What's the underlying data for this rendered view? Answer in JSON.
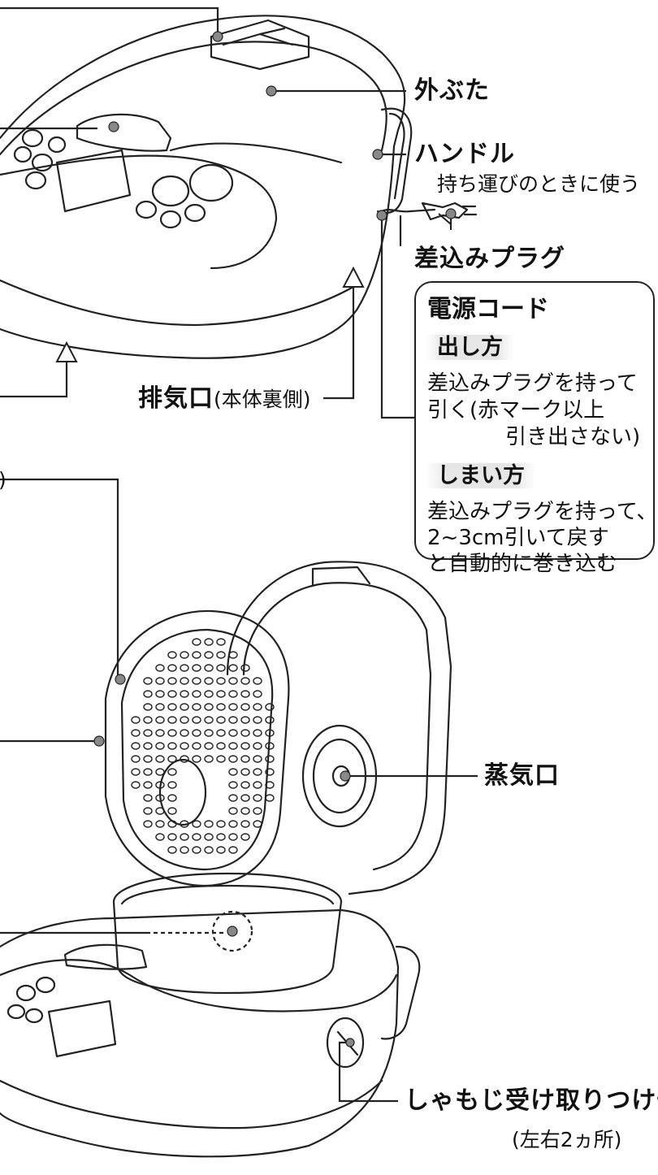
{
  "labels": {
    "outer_lid": "外ぶた",
    "handle": "ハンドル",
    "handle_note": "持ち運びのときに使う",
    "plug": "差込みプラグ",
    "exhaust": "排気口",
    "exhaust_note": "(本体裏側)",
    "steam_vent": "蒸気口",
    "rice_scoop_holder": "しゃもじ受け取りつけ部",
    "rice_scoop_holder_note": "(左右2ヵ所)",
    "partial_paren": ")"
  },
  "power_cord": {
    "title": "電源コード",
    "pull_out_heading": "出し方",
    "pull_out_line1": "差込みプラグを持って",
    "pull_out_line2": "引く(赤マーク以上",
    "pull_out_line3": "引き出さない)",
    "retract_heading": "しまい方",
    "retract_line1": "差込みプラグを持って、",
    "retract_line2": "2~3cm引いて戻す",
    "retract_line3": "と自動的に巻き込む"
  }
}
